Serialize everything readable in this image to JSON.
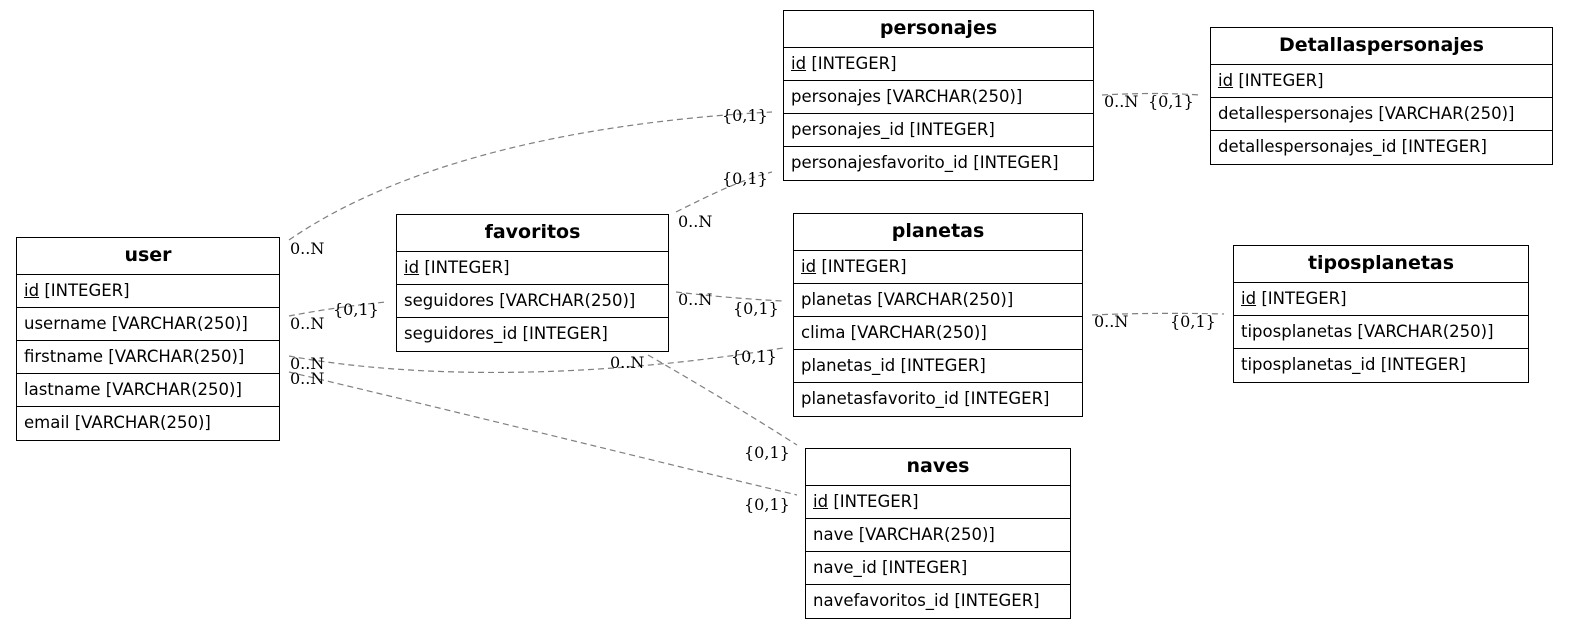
{
  "entities": {
    "user": {
      "name": "user",
      "pk": "id",
      "pk_type": "[INTEGER]",
      "fields": [
        "username [VARCHAR(250)]",
        "firstname [VARCHAR(250)]",
        "lastname [VARCHAR(250)]",
        "email [VARCHAR(250)]"
      ]
    },
    "favoritos": {
      "name": "favoritos",
      "pk": "id",
      "pk_type": "[INTEGER]",
      "fields": [
        "seguidores [VARCHAR(250)]",
        "seguidores_id [INTEGER]"
      ]
    },
    "personajes": {
      "name": "personajes",
      "pk": "id",
      "pk_type": "[INTEGER]",
      "fields": [
        "personajes [VARCHAR(250)]",
        "personajes_id [INTEGER]",
        "personajesfavorito_id [INTEGER]"
      ]
    },
    "detallespersonajes": {
      "name": "Detallaspersonajes",
      "pk": "id",
      "pk_type": "[INTEGER]",
      "fields": [
        "detallespersonajes [VARCHAR(250)]",
        "detallespersonajes_id [INTEGER]"
      ]
    },
    "planetas": {
      "name": "planetas",
      "pk": "id",
      "pk_type": "[INTEGER]",
      "fields": [
        "planetas [VARCHAR(250)]",
        "clima [VARCHAR(250)]",
        "planetas_id [INTEGER]",
        "planetasfavorito_id [INTEGER]"
      ]
    },
    "tiposplanetas": {
      "name": "tiposplanetas",
      "pk": "id",
      "pk_type": "[INTEGER]",
      "fields": [
        "tiposplanetas [VARCHAR(250)]",
        "tiposplanetas_id [INTEGER]"
      ]
    },
    "naves": {
      "name": "naves",
      "pk": "id",
      "pk_type": "[INTEGER]",
      "fields": [
        "nave [VARCHAR(250)]",
        "nave_id [INTEGER]",
        "navefavoritos_id [INTEGER]"
      ]
    }
  },
  "relationships": [
    {
      "from": "user",
      "to": "personajes",
      "from_card": "0..N",
      "to_card": "{0,1}"
    },
    {
      "from": "user",
      "to": "favoritos",
      "from_card": "0..N",
      "to_card": "{0,1}"
    },
    {
      "from": "user",
      "to": "planetas",
      "from_card": "0..N",
      "to_card": "{0,1}"
    },
    {
      "from": "user",
      "to": "naves",
      "from_card": "0..N",
      "to_card": "{0,1}"
    },
    {
      "from": "favoritos",
      "to": "personajes",
      "from_card": "0..N",
      "to_card": "{0,1}"
    },
    {
      "from": "favoritos",
      "to": "planetas",
      "from_card": "0..N",
      "to_card": "{0,1}"
    },
    {
      "from": "favoritos",
      "to": "naves",
      "from_card": "0..N",
      "to_card": "{0,1}"
    },
    {
      "from": "personajes",
      "to": "detallespersonajes",
      "from_card": "0..N",
      "to_card": "{0,1}"
    },
    {
      "from": "planetas",
      "to": "tiposplanetas",
      "from_card": "0..N",
      "to_card": "{0,1}"
    }
  ]
}
